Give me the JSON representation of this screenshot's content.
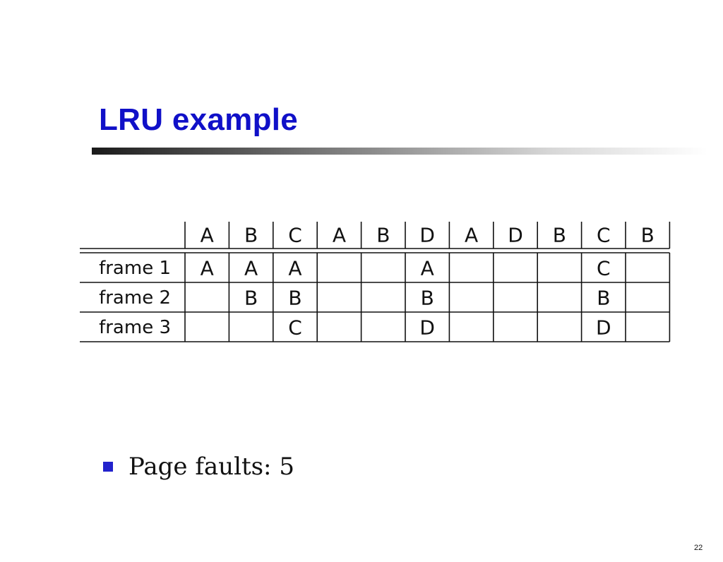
{
  "slide": {
    "title": "LRU example",
    "page_number": "22"
  },
  "table": {
    "reference_string": [
      "A",
      "B",
      "C",
      "A",
      "B",
      "D",
      "A",
      "D",
      "B",
      "C",
      "B"
    ],
    "rows": [
      {
        "label": "frame 1",
        "cells": [
          "A",
          "A",
          "A",
          "",
          "",
          "A",
          "",
          "",
          "",
          "C",
          ""
        ]
      },
      {
        "label": "frame 2",
        "cells": [
          "",
          "B",
          "B",
          "",
          "",
          "B",
          "",
          "",
          "",
          "B",
          ""
        ]
      },
      {
        "label": "frame 3",
        "cells": [
          "",
          "",
          "C",
          "",
          "",
          "D",
          "",
          "",
          "",
          "D",
          ""
        ]
      }
    ]
  },
  "bullets": [
    {
      "text": "Page faults: 5"
    }
  ],
  "colors": {
    "title": "#1010c8",
    "bullet_marker": "#2222cc",
    "text": "#111111"
  }
}
